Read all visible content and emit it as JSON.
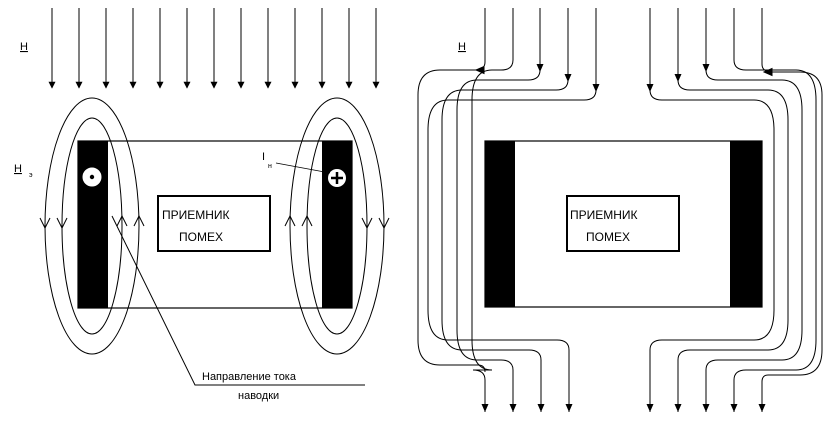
{
  "left_panel": {
    "field_label": "H",
    "induced_field_label": "H",
    "induced_field_subscript": "э",
    "current_label": "I",
    "current_subscript": "н",
    "receiver_line1": "ПРИЕМНИК",
    "receiver_line2": "ПОМЕХ",
    "direction_line1": "Направление тока",
    "direction_line2": "наводки"
  },
  "right_panel": {
    "field_label": "H",
    "receiver_line1": "ПРИЕМНИК",
    "receiver_line2": "ПОМЕХ"
  },
  "colors": {
    "ink": "#000000",
    "paper": "#ffffff"
  }
}
